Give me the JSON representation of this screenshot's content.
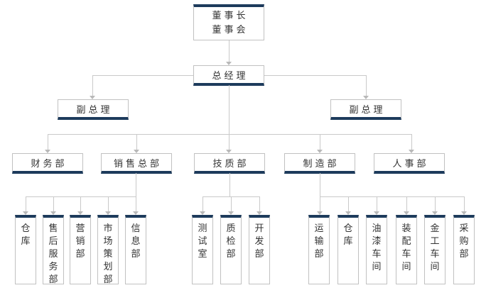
{
  "org_chart": {
    "type": "org-chart",
    "colors": {
      "accent": "#1d3b5c",
      "box_border": "#c1c1c1",
      "connector": "#c9c9c9",
      "text": "#333333"
    },
    "nodes": {
      "chairman": {
        "line1": "董事长",
        "line2": "董事会"
      },
      "general_manager": {
        "label": "总经理"
      },
      "deputy_gm_left": {
        "label": "副总理"
      },
      "deputy_gm_right": {
        "label": "副总理"
      },
      "finance": {
        "label": "财务部"
      },
      "sales_hq": {
        "label": "销售总部"
      },
      "tech_quality": {
        "label": "技质部"
      },
      "manufacturing": {
        "label": "制造部"
      },
      "hr": {
        "label": "人事部"
      },
      "warehouse_a": {
        "label": "仓库"
      },
      "after_sales": {
        "label": "售后服务部"
      },
      "marketing": {
        "label": "营销部"
      },
      "market_planning": {
        "label": "市场策划部"
      },
      "information": {
        "label": "信息部"
      },
      "test_room": {
        "label": "测试室"
      },
      "quality_inspection": {
        "label": "质检部"
      },
      "development": {
        "label": "开发部"
      },
      "transport": {
        "label": "运输部"
      },
      "warehouse_b": {
        "label": "仓库"
      },
      "paint_workshop": {
        "label": "油漆车间"
      },
      "assembly_workshop": {
        "label": "装配车间"
      },
      "metalwork_workshop": {
        "label": "金工车间"
      },
      "purchasing": {
        "label": "采购部"
      }
    },
    "edges": [
      [
        "chairman",
        "general_manager"
      ],
      [
        "general_manager",
        "deputy_gm_left"
      ],
      [
        "general_manager",
        "deputy_gm_right"
      ],
      [
        "general_manager",
        "finance"
      ],
      [
        "general_manager",
        "sales_hq"
      ],
      [
        "general_manager",
        "tech_quality"
      ],
      [
        "general_manager",
        "manufacturing"
      ],
      [
        "general_manager",
        "hr"
      ],
      [
        "sales_hq",
        "warehouse_a"
      ],
      [
        "sales_hq",
        "after_sales"
      ],
      [
        "sales_hq",
        "marketing"
      ],
      [
        "sales_hq",
        "market_planning"
      ],
      [
        "sales_hq",
        "information"
      ],
      [
        "tech_quality",
        "test_room"
      ],
      [
        "tech_quality",
        "quality_inspection"
      ],
      [
        "tech_quality",
        "development"
      ],
      [
        "manufacturing",
        "transport"
      ],
      [
        "manufacturing",
        "warehouse_b"
      ],
      [
        "manufacturing",
        "paint_workshop"
      ],
      [
        "manufacturing",
        "assembly_workshop"
      ],
      [
        "manufacturing",
        "metalwork_workshop"
      ],
      [
        "manufacturing",
        "purchasing"
      ]
    ]
  }
}
